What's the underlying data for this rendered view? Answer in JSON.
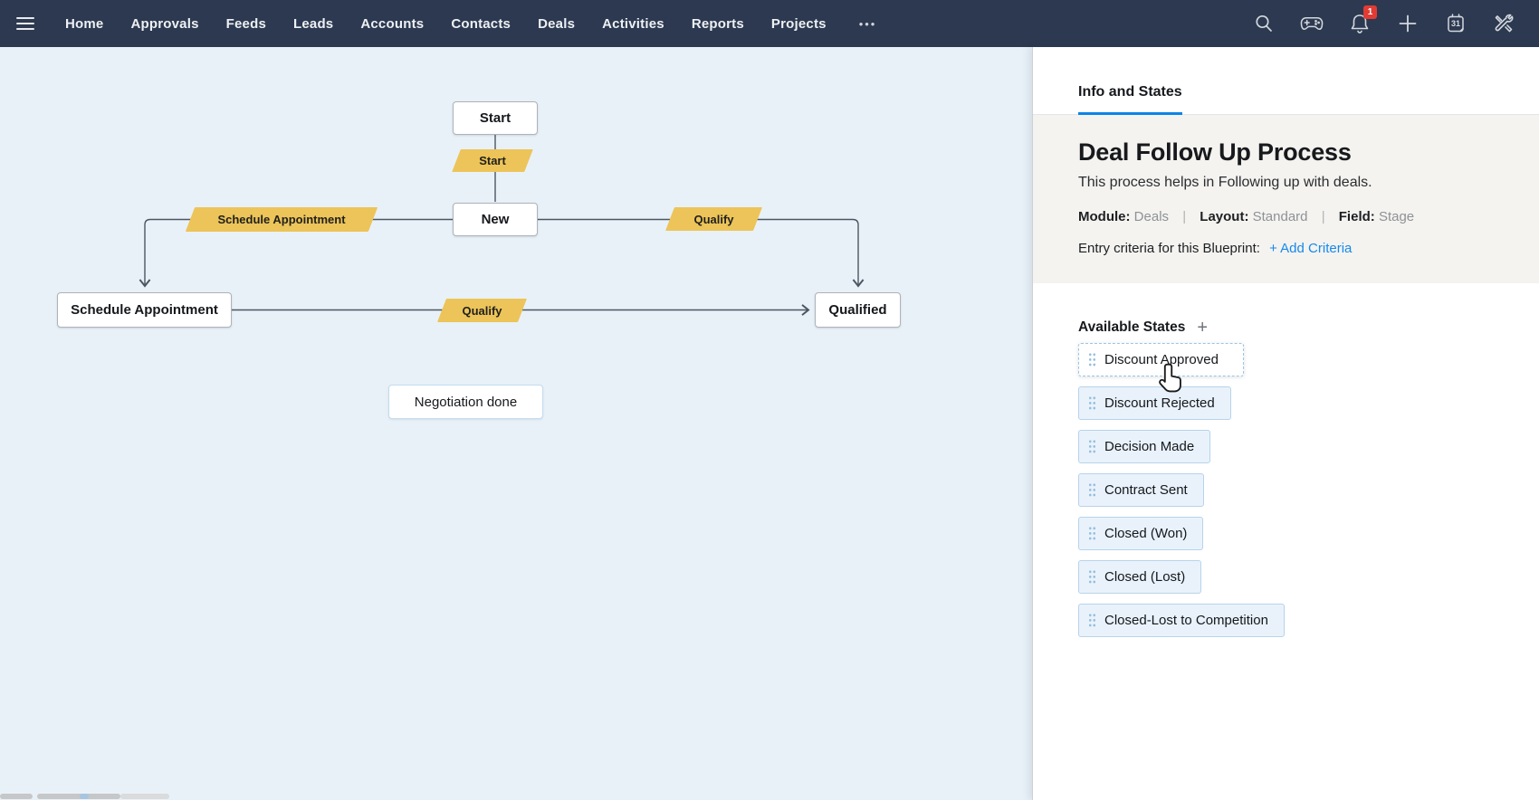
{
  "nav": {
    "items": [
      "Home",
      "Approvals",
      "Feeds",
      "Leads",
      "Accounts",
      "Contacts",
      "Deals",
      "Activities",
      "Reports",
      "Projects"
    ],
    "more_label": "•••",
    "notification_count": "1",
    "calendar_day": "31"
  },
  "canvas": {
    "nodes": [
      "Start",
      "New",
      "Schedule Appointment",
      "Qualified",
      "Negotiation done"
    ],
    "transitions": [
      "Start",
      "Schedule Appointment",
      "Qualify",
      "Qualify"
    ],
    "colors": {
      "canvas_bg": "#e9f1f8",
      "transition_bg": "#ecc459",
      "connector": "#4a5662"
    }
  },
  "panel": {
    "tab": "Info and States",
    "title": "Deal Follow Up Process",
    "description": "This process helps in Following up with deals.",
    "meta": {
      "module_label": "Module:",
      "module_value": "Deals",
      "layout_label": "Layout:",
      "layout_value": "Standard",
      "field_label": "Field:",
      "field_value": "Stage",
      "separator": "|"
    },
    "entry_criteria_label": "Entry criteria for this Blueprint:",
    "add_criteria_link": "+ Add Criteria",
    "available_states_title": "Available States",
    "add_state_icon": "+",
    "states": [
      "Discount Approved",
      "Discount Rejected",
      "Decision Made",
      "Contract Sent",
      "Closed (Won)",
      "Closed (Lost)",
      "Closed-Lost to Competition"
    ],
    "accent_color": "#0b84e8"
  }
}
